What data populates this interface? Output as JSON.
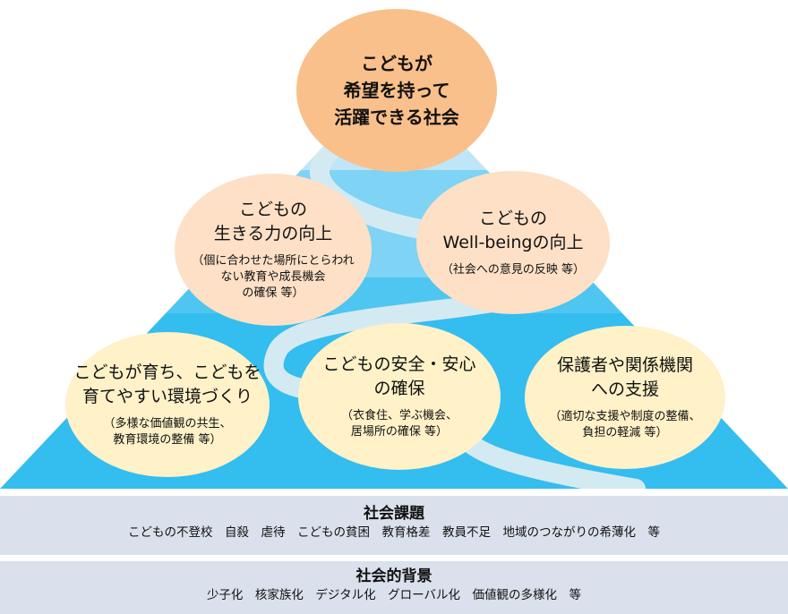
{
  "pyramid": {
    "top": {
      "title": "こどもが\n希望を持って\n活躍できる社会"
    },
    "middle": [
      {
        "title": "こどもの\n生きる力の向上",
        "note": "（個に合わせた場所にとらわれ\nない教育や成長機会\nの確保 等）"
      },
      {
        "title": "こどもの\nWell-beingの向上",
        "note": "（社会への意見の反映 等）"
      }
    ],
    "bottom": [
      {
        "title": "こどもが育ち、こどもを\n育てやすい環境づくり",
        "note": "（多様な価値観の共生、\n教育環境の整備 等）"
      },
      {
        "title": "こどもの安全・安心\nの確保",
        "note": "（衣食住、学ぶ機会、\n居場所の確保 等）"
      },
      {
        "title": "保護者や関係機関\nへの支援",
        "note": "（適切な支援や制度の整備、\n負担の軽減 等）"
      }
    ]
  },
  "issues": {
    "title": "社会課題",
    "items": "こどもの不登校　自殺　虐待　こどもの貧困　教育格差　教員不足　地域のつながりの希薄化　等"
  },
  "background": {
    "title": "社会的背景",
    "items": "少子化　核家族化　デジタル化　グローバル化　価値観の多様化　等"
  },
  "colors": {
    "pyramid_light": "#bfe6f8",
    "pyramid_mid": "#7fd3f4",
    "pyramid_deep": "#34bdef",
    "river": "#d4eaf3",
    "circle_top": "#f9c08b",
    "circle_middle": "#fde0c6",
    "circle_bottom": "#fff1c8",
    "band": "#dae1ec"
  }
}
